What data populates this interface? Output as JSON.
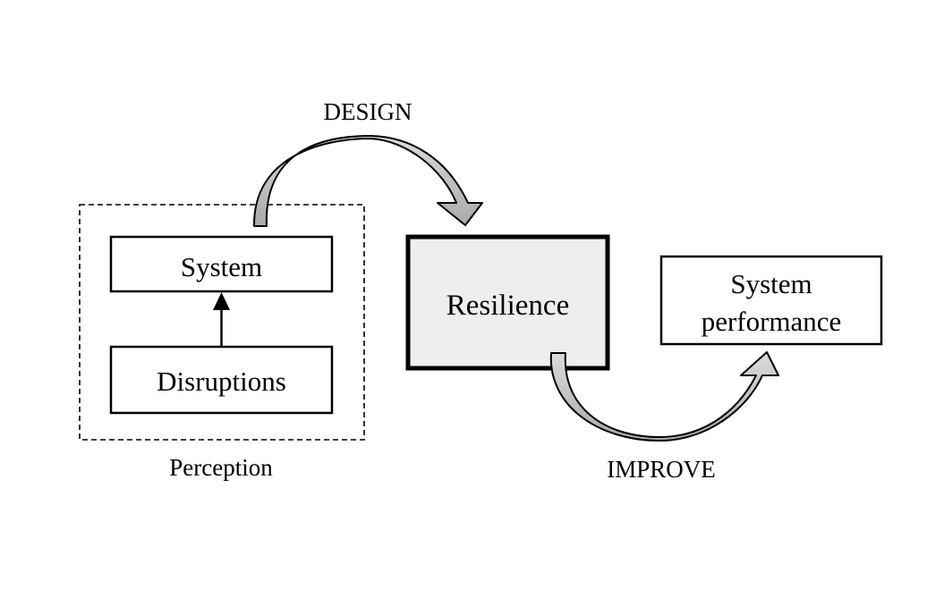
{
  "labels": {
    "design": "DESIGN",
    "improve": "IMPROVE",
    "perception": "Perception"
  },
  "boxes": {
    "system": "System",
    "disruptions": "Disruptions",
    "resilience": "Resilience",
    "performance_line1": "System",
    "performance_line2": "performance"
  },
  "colors": {
    "stroke": "#000000",
    "resilience_fill": "#eeeeee",
    "arrow_fill": "#b3b3b3",
    "background": "#ffffff"
  }
}
